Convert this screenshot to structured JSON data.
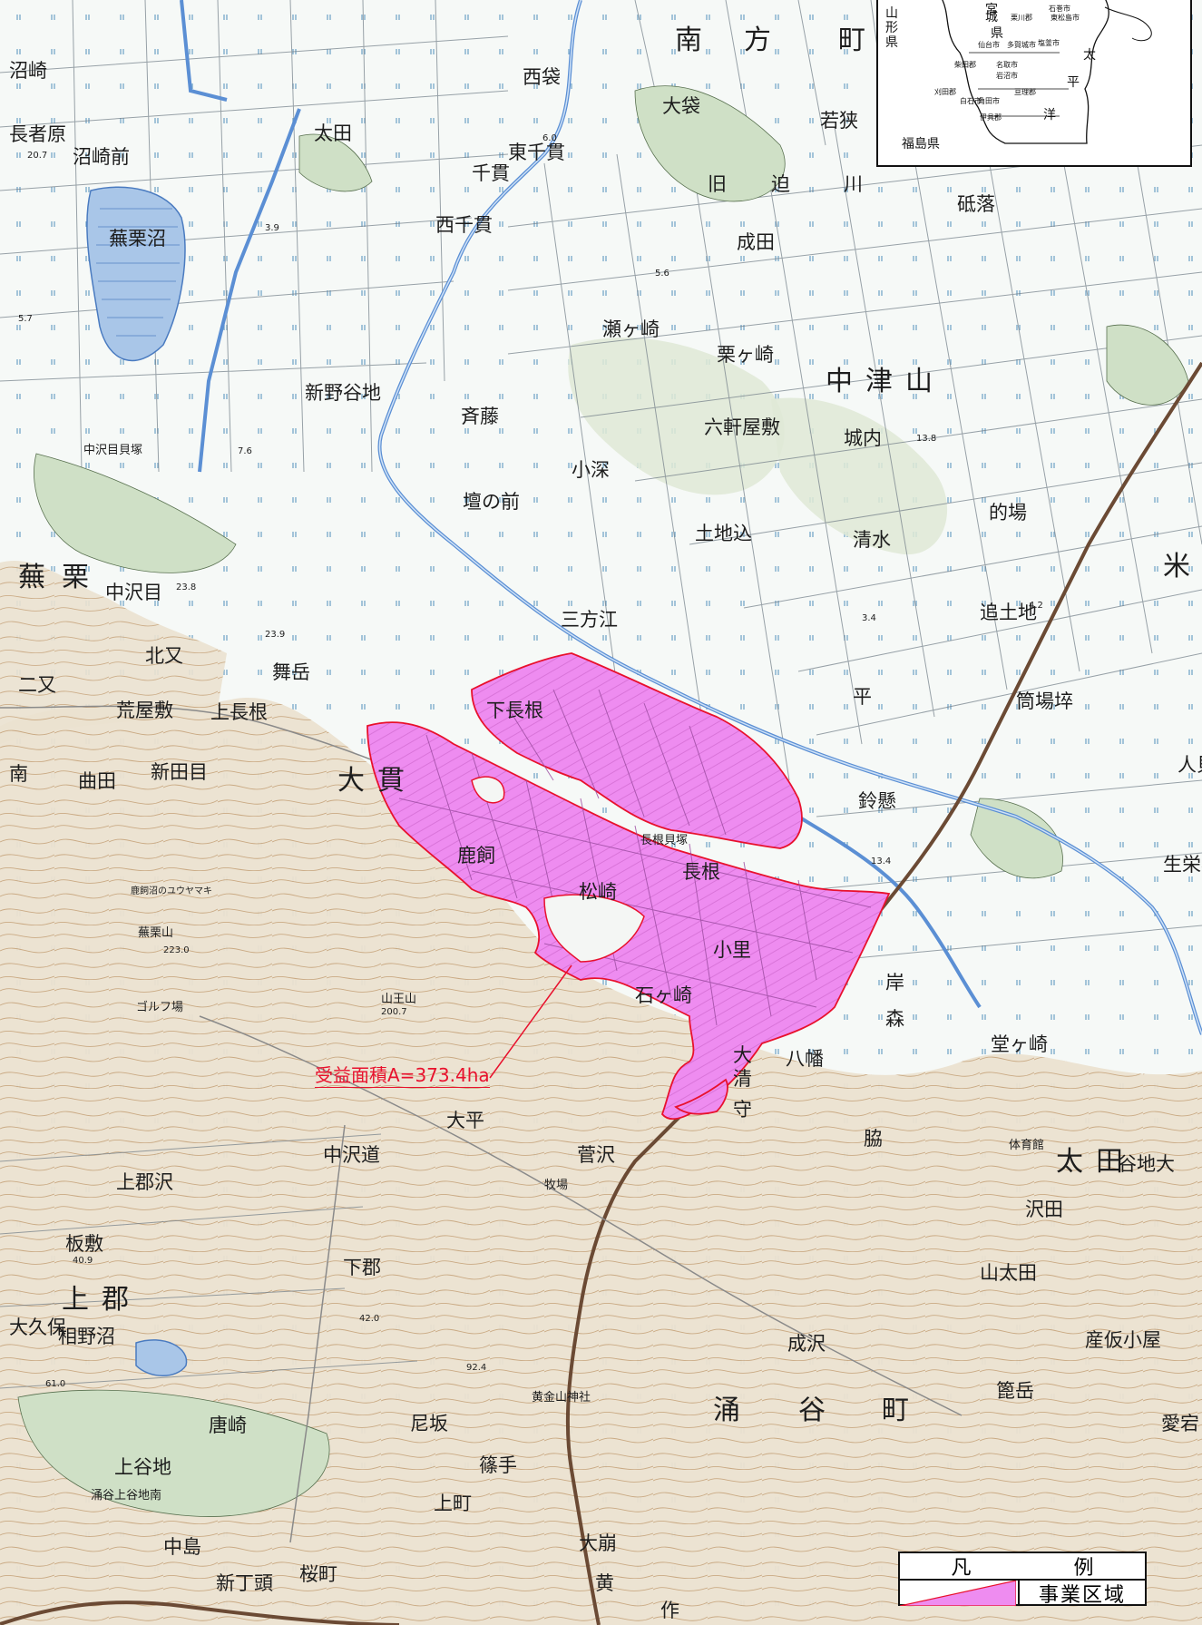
{
  "colors": {
    "project_area": "#ee8cf0",
    "outline": "#e8112d",
    "river": "#5b8fd4",
    "road": "#6b4a34",
    "paddy": "#f6f9f7"
  },
  "places": [
    "南",
    "方",
    "町",
    "西袋",
    "大袋",
    "若狭",
    "千貫",
    "東千貫",
    "旧",
    "迫",
    "川",
    "太田",
    "西千貫",
    "砥落",
    "成田",
    "沼崎",
    "長者原",
    "沼崎前",
    "蕪栗沼",
    "新野谷地",
    "瀬ヶ崎",
    "栗ヶ崎",
    "中津山",
    "斉藤",
    "六軒屋敷",
    "城内",
    "中沢目貝塚",
    "小深",
    "壇の前",
    "的場",
    "土地込",
    "清水",
    "米",
    "蕪",
    "栗",
    "中沢目",
    "北又",
    "三方江",
    "追土地",
    "舞岳",
    "下長根",
    "二又",
    "大貫",
    "荒屋敷",
    "上長根",
    "平",
    "筒場埣",
    "南",
    "曲田",
    "新田目",
    "長根貝塚",
    "鈴懸",
    "人貝",
    "鹿飼",
    "長根",
    "松崎",
    "小里",
    "生栄巻",
    "蕪栗山",
    "山王山",
    "岸",
    "森",
    "ゴルフ場",
    "石ヶ崎",
    "堂ヶ崎",
    "八幡",
    "大平",
    "大",
    "清",
    "守",
    "中沢道",
    "菅沢",
    "牧場",
    "脇",
    "太田",
    "谷地大",
    "上郡沢",
    "沢田",
    "板敷",
    "下郡",
    "山太田",
    "上郡",
    "成沢",
    "産仮小屋",
    "大久保",
    "相野沼",
    "黄金山神社",
    "涌",
    "谷",
    "町",
    "篦岳",
    "尼坂",
    "唐崎",
    "上谷地",
    "篠手",
    "上町",
    "愛宕",
    "涌谷上谷地南",
    "大崩",
    "中島",
    "新丁頭",
    "桜町",
    "黄",
    "作",
    "鹿飼沼のユウヤマキ",
    "体育館"
  ],
  "spot_heights": [
    "20.7",
    "3.9",
    "6.0",
    "5.6",
    "5.7",
    "7.6",
    "13.8",
    "23.8",
    "23.9",
    "4.2",
    "3.4",
    "13.4",
    "223.0",
    "200.7",
    "40.9",
    "42.0",
    "61.0",
    "92.4"
  ],
  "inset": {
    "prefectures": [
      "山",
      "形",
      "県",
      "宮",
      "城",
      "県",
      "福島県",
      "太",
      "平",
      "洋"
    ],
    "small_labels": [
      "栗川郡",
      "石巻市",
      "東松島市",
      "仙台市",
      "多賀城市",
      "塩釜市",
      "柴田郡",
      "名取市",
      "岩沼市",
      "角田市",
      "亘理郡",
      "伊具郡",
      "白石市",
      "刈田郡"
    ]
  },
  "annotation": {
    "area_label": "受益面積A=373.4ha"
  },
  "legend": {
    "title_left": "凡",
    "title_right": "例",
    "item_label": "事業区域"
  }
}
